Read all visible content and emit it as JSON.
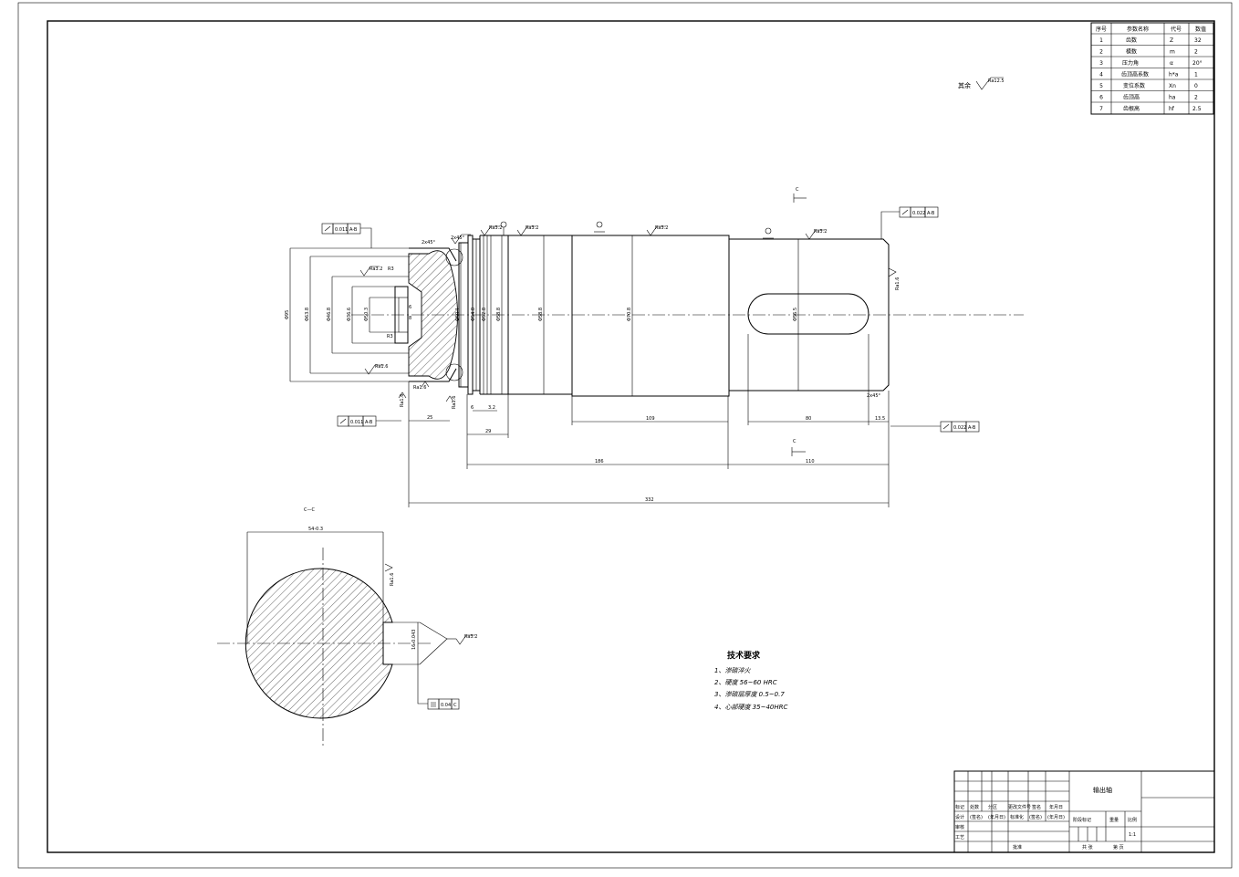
{
  "param_table": {
    "headers": [
      "序号",
      "参数名称",
      "代号",
      "数值"
    ],
    "rows": [
      [
        "1",
        "齿数",
        "Z",
        "32"
      ],
      [
        "2",
        "模数",
        "m",
        "2"
      ],
      [
        "3",
        "压力角",
        "α",
        "20°"
      ],
      [
        "4",
        "齿顶高系数",
        "h*a",
        "1"
      ],
      [
        "5",
        "变位系数",
        "Xn",
        "0"
      ],
      [
        "6",
        "齿顶高",
        "ha",
        "2"
      ],
      [
        "7",
        "齿根高",
        "hf",
        "2.5"
      ]
    ]
  },
  "surface_note": {
    "prefix": "其余",
    "roughness": "Ra12.5"
  },
  "main_view": {
    "gdt_frames": [
      {
        "value": "0.011",
        "datum": "A-B"
      },
      {
        "value": "0.011",
        "datum": "A-B"
      },
      {
        "value": "0.022",
        "datum": "A-B"
      },
      {
        "value": "0.022",
        "datum": "A-B"
      }
    ],
    "roughness_labels": [
      "Ra1.6",
      "Ra3.2",
      "Ra3.2",
      "Ra3.2",
      "Ra3.2",
      "Ra0.8",
      "Ra0.8",
      "Ra3.2",
      "Ra1.6",
      "Ra1.6",
      "Ra1.6",
      "Ra1.6"
    ],
    "diameters": [
      "Φ95",
      "Φ63.8",
      "Φ46.8",
      "Φ36.6",
      "Φ50.3",
      "Φ50.1",
      "Φ54.8",
      "Φ52.8",
      "Φ58.8",
      "Φ70.8",
      "Φ56.5"
    ],
    "small_labels": [
      "R3",
      "R3",
      "6",
      "8",
      "Ra1.6"
    ],
    "chamfer": "2x45°",
    "length_dims": [
      "25",
      "3.2",
      "6",
      "29",
      "109",
      "80",
      "13.5",
      "186",
      "110",
      "332"
    ],
    "section_mark": "C"
  },
  "section_view": {
    "title": "C—C",
    "width_dim": "54-0.3",
    "key_dim": "16-0.043",
    "roughness": "Ra3.2",
    "side_roughness": "Ra1.6",
    "gdt": {
      "value": "0.04",
      "datum": "C"
    }
  },
  "tech_requirements": {
    "title": "技术要求",
    "items": [
      "1、渗碳淬火",
      "2、硬度 56~60 HRC",
      "3、渗碳层厚度 0.5~0.7",
      "4、心部硬度 35~40HRC"
    ]
  },
  "title_block": {
    "part_name": "输出轴",
    "header_row": [
      "标记",
      "处数",
      "分区",
      "更改文件号",
      "签名",
      "年月日"
    ],
    "row_design": [
      "设计",
      "(签名)",
      "(年月日)",
      "标准化",
      "(签名)",
      "(年月日)"
    ],
    "row_check": "审核",
    "row_process": "工艺",
    "row_approve": "批准",
    "row_blank": "",
    "stage_mark": "阶段标记",
    "weight": "重量",
    "scale": "比例",
    "scale_value": "1:1",
    "sheets_total": "共  张",
    "sheet_no": "第  页"
  }
}
